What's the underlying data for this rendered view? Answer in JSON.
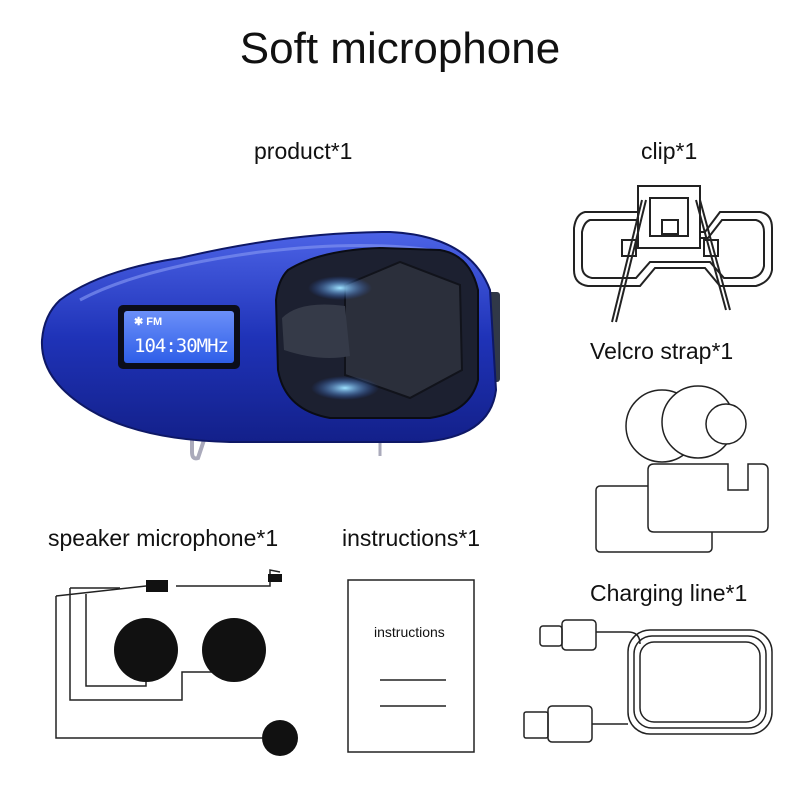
{
  "title": "Soft microphone",
  "items": {
    "product": "product*1",
    "clip": "clip*1",
    "velcro": "Velcro strap*1",
    "speaker_mic": "speaker microphone*1",
    "instructions": "instructions*1",
    "charging": "Charging line*1"
  },
  "device_display": {
    "icons": "✱ FM",
    "frequency": "104:30MHz"
  },
  "booklet": {
    "text": "instructions"
  },
  "colors": {
    "device_body": "#1f33b8",
    "device_highlight": "#4c63e6",
    "screen": "#3a6ff2",
    "accent_glow": "#63c9ff"
  }
}
